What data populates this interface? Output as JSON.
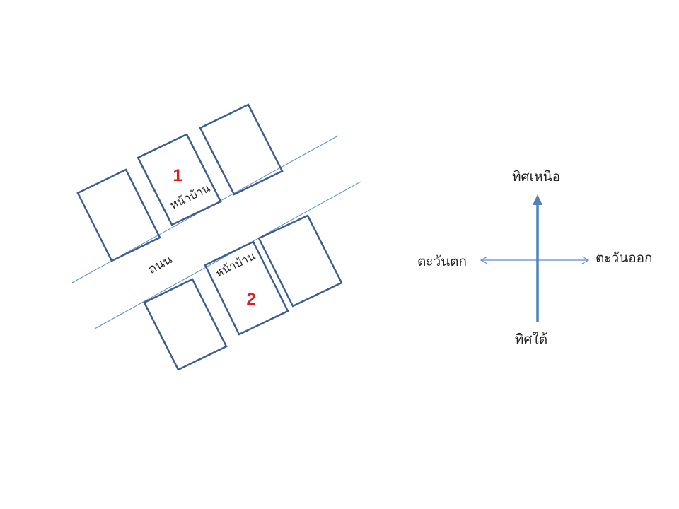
{
  "road": {
    "label": "ถนน"
  },
  "houses": {
    "front_label": "หน้าบ้าน",
    "house_1_number": "1",
    "house_2_number": "2"
  },
  "compass": {
    "north": "ทิศเหนือ",
    "south": "ทิศใต้",
    "east": "ตะวันออก",
    "west": "ตะวันตก"
  },
  "colors": {
    "house_outline": "#3b5e8c",
    "road_line": "#5b8bd0",
    "house_number": "#e31b1b",
    "north_arrow": "#4f81bd"
  }
}
